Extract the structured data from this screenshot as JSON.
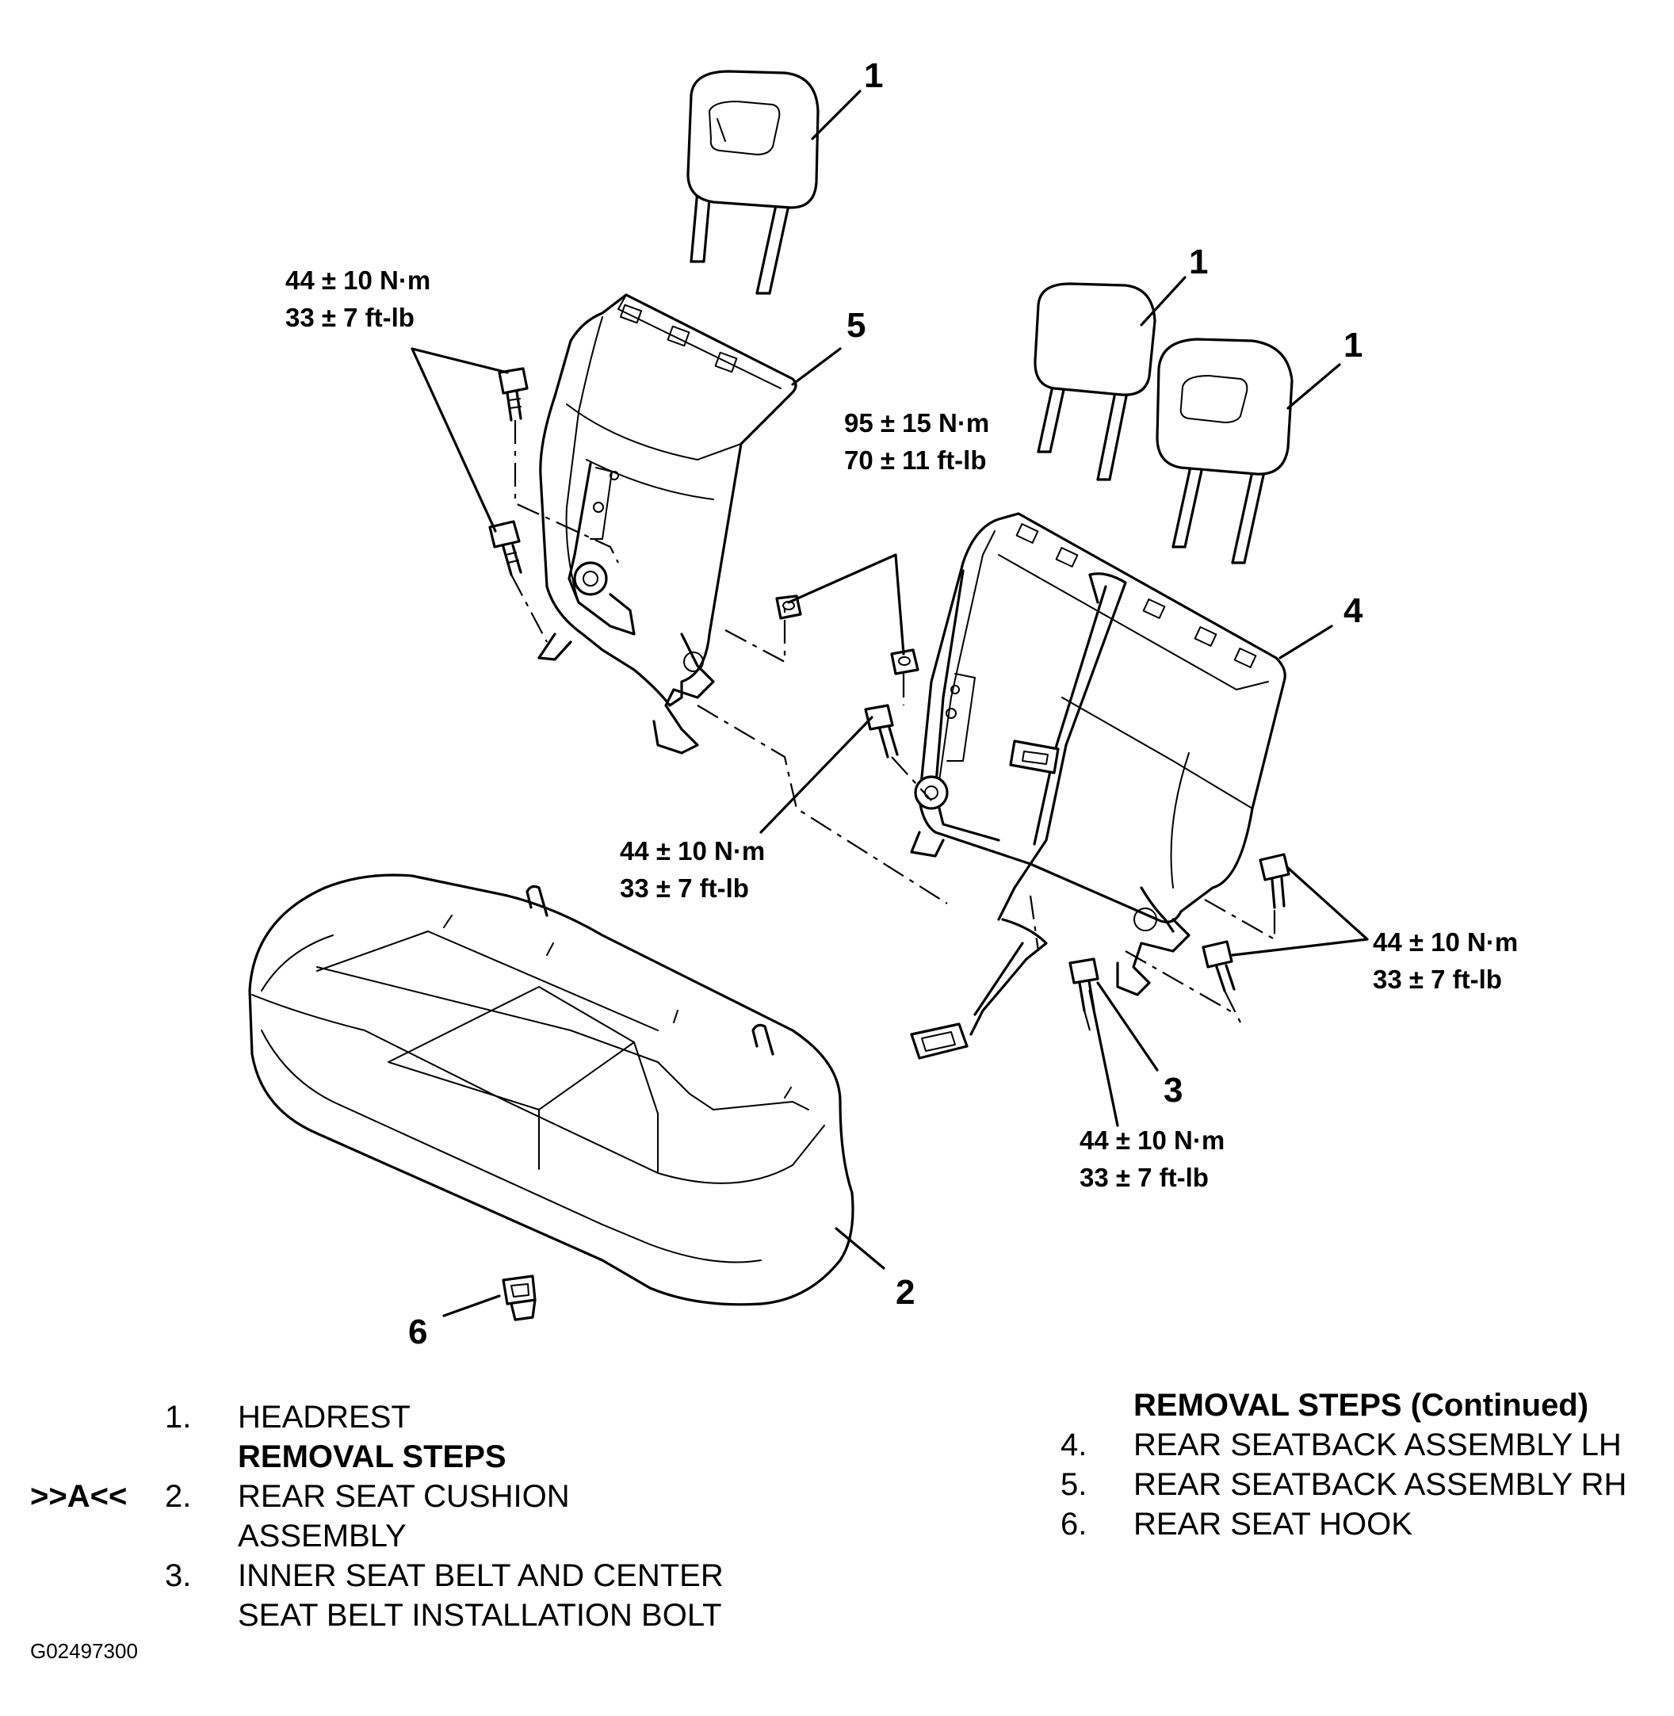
{
  "callouts": {
    "headrest_rh": "1",
    "headrest_center": "1",
    "headrest_lh": "1",
    "cushion": "2",
    "belt_bolt": "3",
    "seatback_lh": "4",
    "seatback_rh": "5",
    "hook": "6"
  },
  "torques": {
    "rh_hinge_bolts": {
      "nm": "44 ± 10 N·m",
      "ftlb": "33 ± 7 ft-lb"
    },
    "center_nuts": {
      "nm": "95 ± 15 N·m",
      "ftlb": "70 ± 11 ft-lb"
    },
    "center_bolt": {
      "nm": "44 ± 10 N·m",
      "ftlb": "33 ± 7 ft-lb"
    },
    "lh_hinge_bolts": {
      "nm": "44 ± 10 N·m",
      "ftlb": "33 ± 7 ft-lb"
    },
    "belt_bolt": {
      "nm": "44 ± 10 N·m",
      "ftlb": "33 ± 7 ft-lb"
    }
  },
  "legend": {
    "left": [
      {
        "num": "1.",
        "text": "HEADREST"
      },
      {
        "heading": "REMOVAL STEPS"
      },
      {
        "mark": ">>A<<",
        "num": "2.",
        "lines": [
          "REAR SEAT CUSHION",
          "ASSEMBLY"
        ]
      },
      {
        "num": "3.",
        "lines": [
          "INNER SEAT BELT AND CENTER",
          "SEAT BELT INSTALLATION BOLT"
        ]
      }
    ],
    "right": [
      {
        "heading": "REMOVAL STEPS (Continued)"
      },
      {
        "num": "4.",
        "text": "REAR SEATBACK ASSEMBLY LH"
      },
      {
        "num": "5.",
        "text": "REAR SEATBACK ASSEMBLY RH"
      },
      {
        "num": "6.",
        "text": "REAR SEAT HOOK"
      }
    ]
  },
  "figure_id": "G02497300"
}
